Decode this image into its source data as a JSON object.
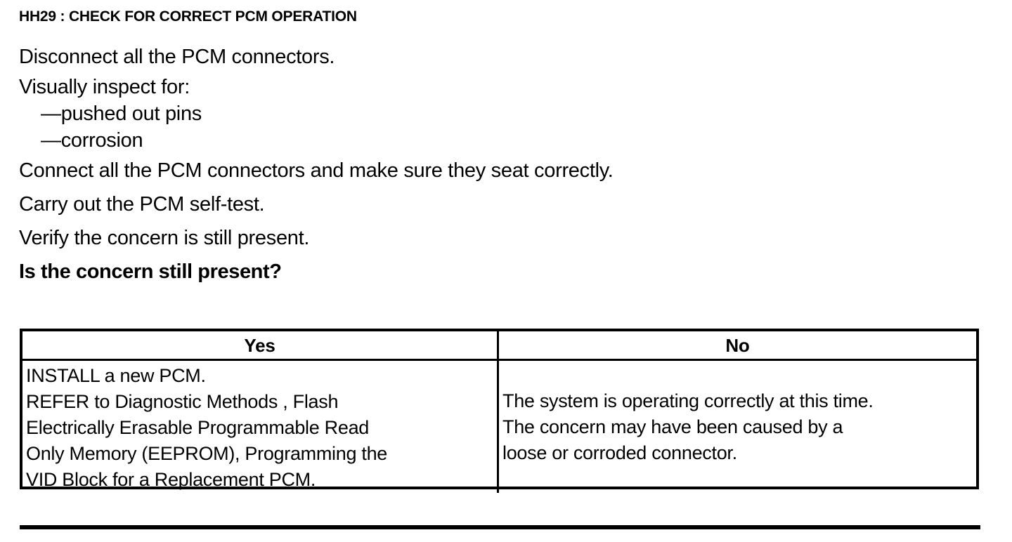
{
  "document": {
    "step_title": "HH29 : CHECK FOR CORRECT PCM OPERATION",
    "instructions": [
      {
        "text": "Disconnect all the PCM connectors.",
        "style": "normal"
      },
      {
        "text": "Visually inspect for:",
        "style": "normal"
      },
      {
        "text": "—pushed out pins",
        "style": "indent"
      },
      {
        "text": "—corrosion",
        "style": "indent"
      },
      {
        "text": "Connect all the PCM connectors and make sure they seat correctly.",
        "style": "normal"
      },
      {
        "text": "Carry out the PCM self-test.",
        "style": "normal"
      },
      {
        "text": "Verify the concern is still present.",
        "style": "normal"
      },
      {
        "text": "Is the concern still present?",
        "style": "bold"
      }
    ]
  },
  "decision_table": {
    "headers": {
      "yes": "Yes",
      "no": "No"
    },
    "yes_cell_lines": [
      "INSTALL a new PCM.",
      "REFER to Diagnostic Methods , Flash",
      "Electrically Erasable Programmable Read",
      "Only Memory (EEPROM), Programming the",
      "VID Block for a Replacement PCM."
    ],
    "no_cell_lines": [
      "The system is operating correctly at this time.",
      "The concern may have been caused by a",
      "loose or corroded connector."
    ]
  },
  "colors": {
    "ink": "#000000",
    "paper": "#ffffff"
  }
}
